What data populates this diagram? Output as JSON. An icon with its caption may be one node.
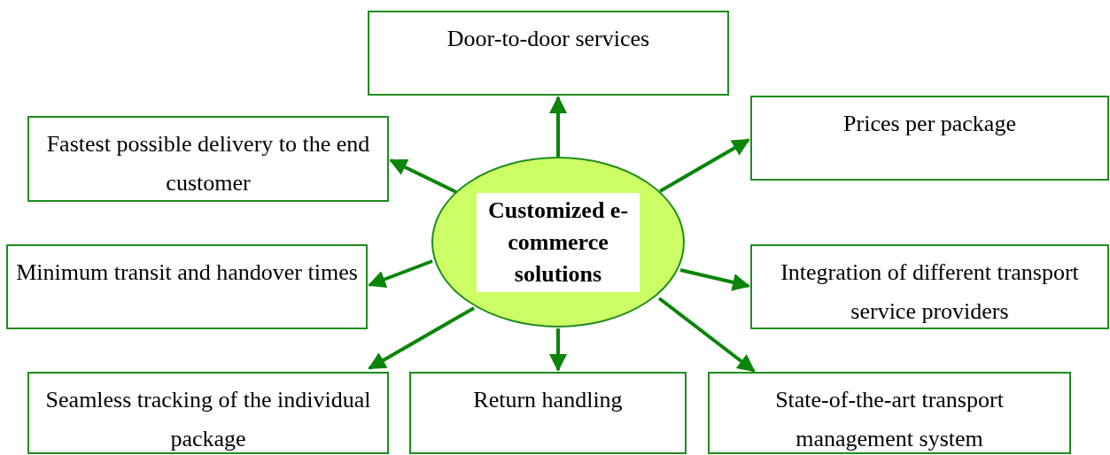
{
  "diagram": {
    "nodes": [
      {
        "text": [
          "Customized e-commerce solutions"
        ]
      },
      {
        "text": [
          "Door-to-door services"
        ]
      },
      {
        "text": [
          "Prices per package"
        ]
      },
      {
        "text": [
          "Fastest possible delivery to the end customer"
        ]
      },
      {
        "text": [
          "Minimum transit and handover times"
        ]
      },
      {
        "text": [
          "Integration of different transport service providers"
        ]
      },
      {
        "text": [
          "Seamless tracking of the individual package"
        ]
      },
      {
        "text": [
          "Return handling"
        ]
      },
      {
        "text": [
          "State-of-the-art transport management system"
        ]
      }
    ],
    "edges": [
      {
        "from": 0,
        "to": 1,
        "arrow": "to"
      },
      {
        "from": 0,
        "to": 2,
        "arrow": "to"
      },
      {
        "from": 0,
        "to": 3,
        "arrow": "to"
      },
      {
        "from": 0,
        "to": 4,
        "arrow": "to"
      },
      {
        "from": 0,
        "to": 5,
        "arrow": "to"
      },
      {
        "from": 0,
        "to": 6,
        "arrow": "to"
      },
      {
        "from": 0,
        "to": 7,
        "arrow": "to"
      },
      {
        "from": 0,
        "to": 8,
        "arrow": "to"
      }
    ]
  }
}
